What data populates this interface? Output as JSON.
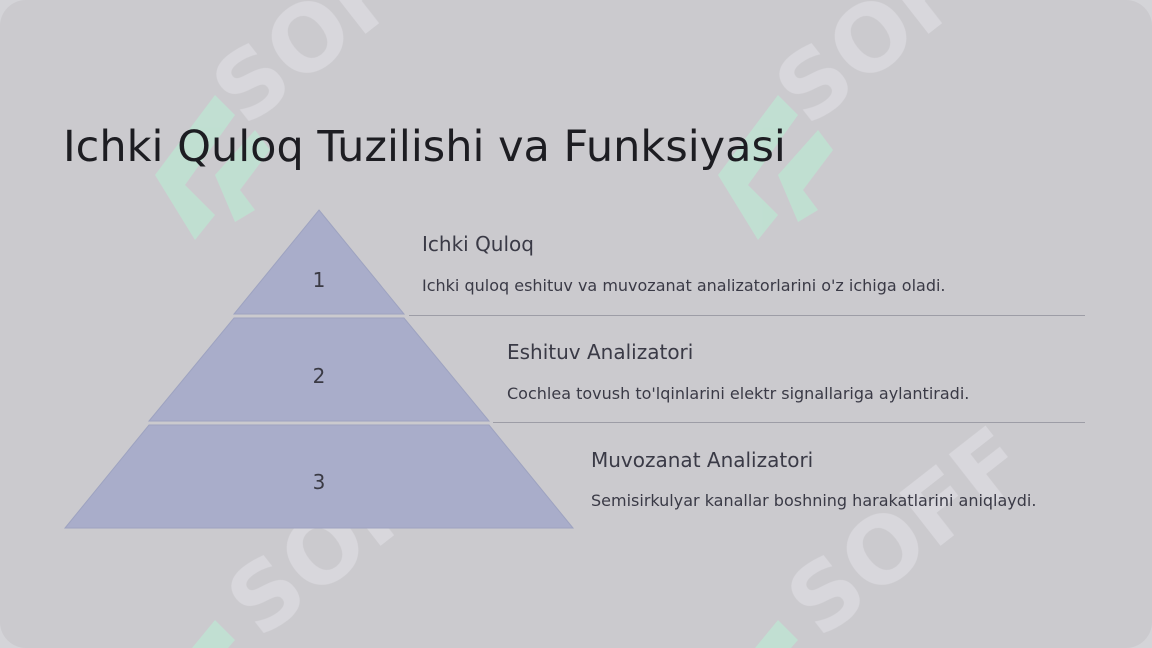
{
  "slide": {
    "title": "Ichki Quloq Tuzilishi va Funksiyasi"
  },
  "pyramid": {
    "tiers": [
      {
        "number": "1",
        "heading": "Ichki Quloq",
        "description": "Ichki quloq eshituv va muvozanat analizatorlarini o'z ichiga oladi."
      },
      {
        "number": "2",
        "heading": "Eshituv Analizatori",
        "description": "Cochlea tovush to'lqinlarini elektr signallariga aylantiradi."
      },
      {
        "number": "3",
        "heading": "Muvozanat Analizatori",
        "description": "Semisirkulyar kanallar boshning harakatlarini aniqlaydi."
      }
    ]
  },
  "watermark": {
    "text": "SOFF"
  },
  "colors": {
    "background": "#cbcace",
    "tier_fill": "#a9adca",
    "tier_stroke": "#9ea3c0",
    "title": "#1d1d22",
    "body_text": "#3a3a46",
    "divider": "#9d9da6",
    "watermark_logo": "#bfe3d2"
  }
}
